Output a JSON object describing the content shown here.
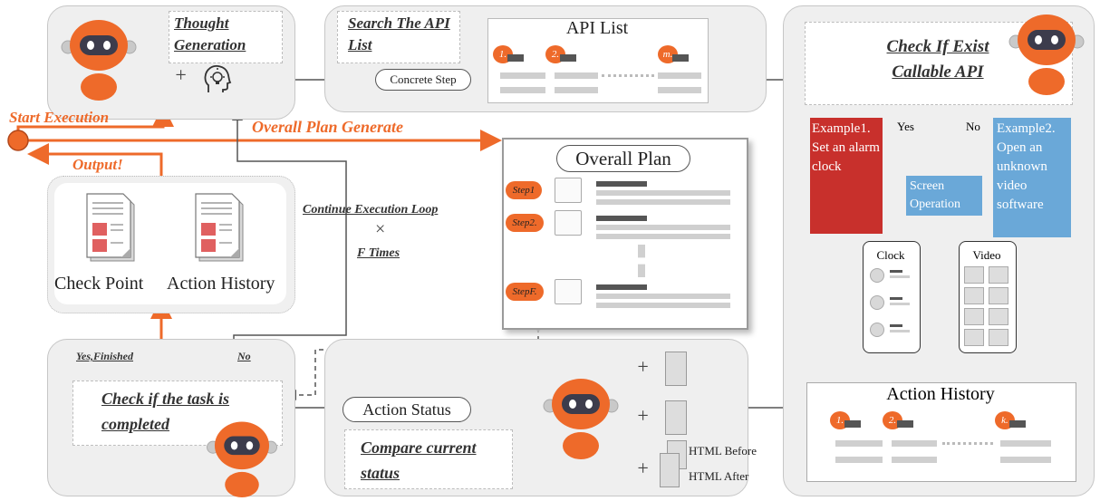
{
  "labels": {
    "thought_generation": "Thought Generation",
    "search_api_list": "Search The API List",
    "api_list_title": "API List",
    "concrete_step": "Concrete Step",
    "api_nums": [
      "1.",
      "2.",
      "m."
    ],
    "check_if_exist": "Check If Exist Callable API",
    "start_execution": "Start Execution",
    "overall_plan_generate": "Overall Plan Generate",
    "output": "Output!",
    "continue_loop": "Continue Execution Loop",
    "times_symbol": "×",
    "f_times": "F Times",
    "overall_plan_title": "Overall Plan",
    "steps": [
      "Step1",
      "Step2.",
      "StepF."
    ],
    "check_point": "Check Point",
    "action_history_left": "Action History",
    "yes": "Yes",
    "no": "No",
    "example1": "Example1. Set an alarm clock",
    "example2": "Example2. Open an unknown video software",
    "screen_operation": "Screen Operation",
    "clock": "Clock",
    "video": "Video",
    "yes_finished": "Yes,Finished",
    "no_bottom": "No",
    "check_task_completed": "Check if the task is completed",
    "action_status": "Action Status",
    "compare_status": "Compare current status",
    "html_before": "HTML Before",
    "html_after": "HTML After",
    "action_history_right": "Action History",
    "action_nums": [
      "1.",
      "2.",
      "k."
    ],
    "plus": "+"
  },
  "colors": {
    "orange": "#ee6a2a",
    "red": "#c8302c",
    "blue": "#6aa8d8",
    "panel": "#efefef"
  },
  "icons": [
    "robot-icon",
    "head-lightbulb-icon",
    "document-icon",
    "image-placeholder-icon",
    "clock-icon",
    "video-icon"
  ]
}
